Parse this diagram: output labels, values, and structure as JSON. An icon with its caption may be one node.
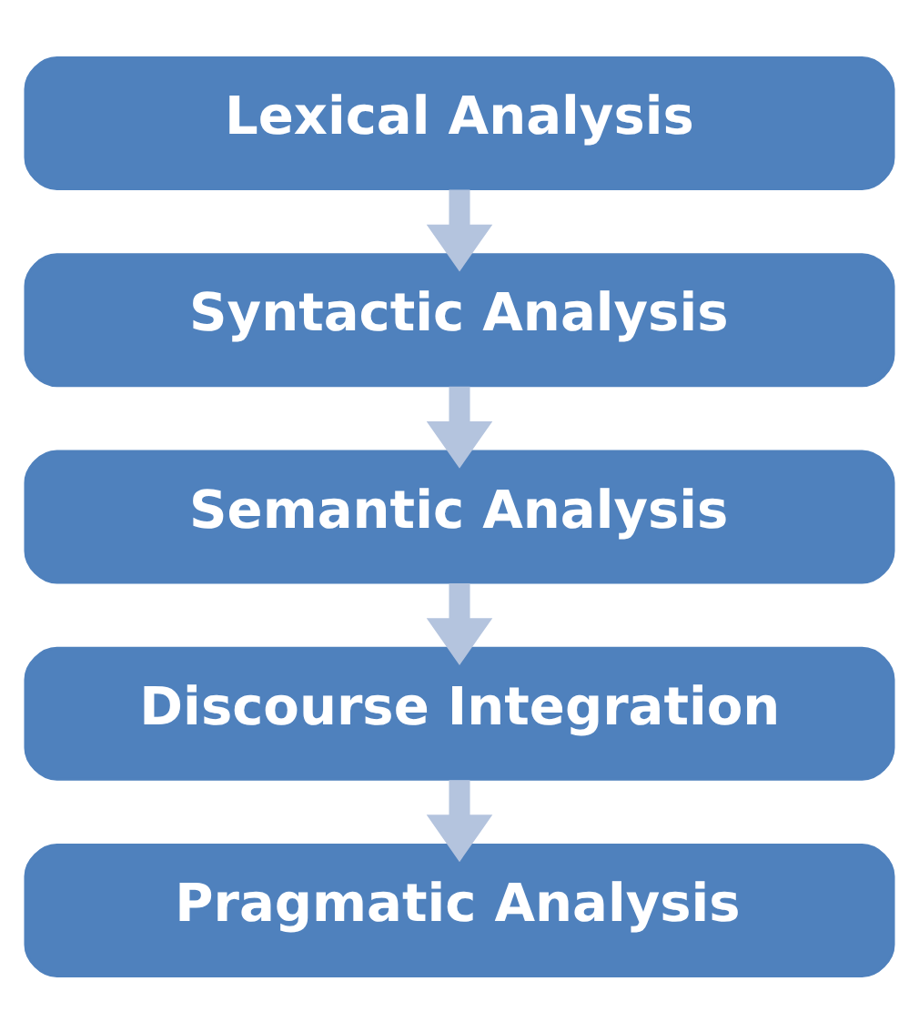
{
  "diagram": {
    "nodes": [
      {
        "text": [
          "Lexical Analysis"
        ]
      },
      {
        "text": [
          "Syntactic Analysis"
        ]
      },
      {
        "text": [
          "Semantic Analysis"
        ]
      },
      {
        "text": [
          "Discourse Integration"
        ]
      },
      {
        "text": [
          "Pragmatic Analysis"
        ]
      }
    ],
    "edges": [
      {
        "from": 0,
        "to": 1,
        "arrow": "to"
      },
      {
        "from": 1,
        "to": 2,
        "arrow": "to"
      },
      {
        "from": 2,
        "to": 3,
        "arrow": "to"
      },
      {
        "from": 3,
        "to": 4,
        "arrow": "to"
      }
    ]
  }
}
